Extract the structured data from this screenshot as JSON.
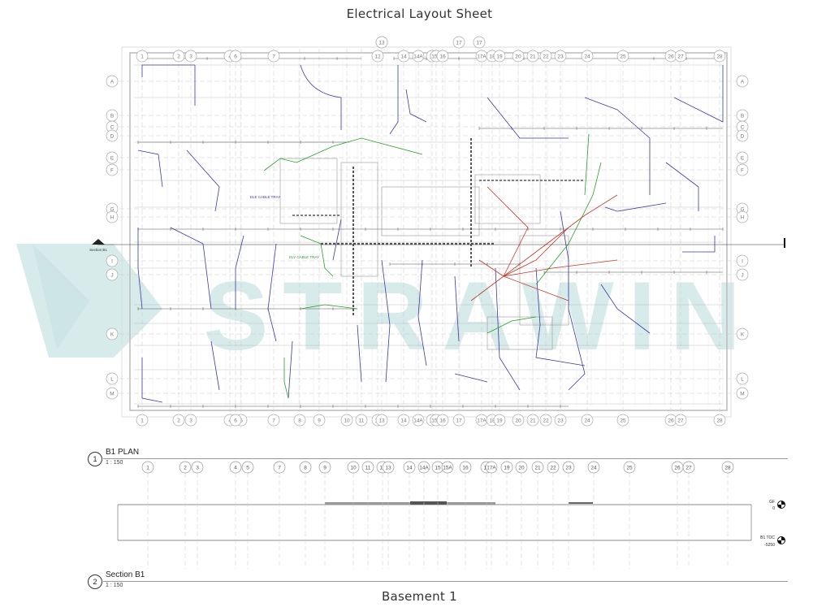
{
  "sheet": {
    "title": "Electrical Layout Sheet",
    "footer": "Basement 1"
  },
  "plan": {
    "view_number": "1",
    "view_name": "B1 PLAN",
    "scale": "1 : 150",
    "section_marker": "Section B1",
    "grid_columns_top": [
      "1",
      "2",
      "3",
      "4",
      "5",
      "6",
      "7",
      "8",
      "9",
      "10",
      "11",
      "12",
      "13",
      "14",
      "14A",
      "15",
      "15A",
      "16",
      "17",
      "17A",
      "18",
      "19",
      "20",
      "21",
      "22",
      "23",
      "24",
      "25",
      "26",
      "27",
      "28"
    ],
    "grid_rows_left": [
      "A",
      "B",
      "C",
      "D",
      "E",
      "F",
      "G",
      "H",
      "I",
      "J",
      "K",
      "L",
      "M"
    ],
    "cable_tray_labels": [
      "ELE CABLE TRAY",
      "ELV CABLE TRAY"
    ],
    "watermark": "STRAWIN"
  },
  "section": {
    "view_number": "2",
    "view_name": "Section B1",
    "scale": "1 : 150",
    "grid_columns": [
      "1",
      "2",
      "3",
      "4",
      "5",
      "7",
      "8",
      "9",
      "10",
      "11",
      "12",
      "13",
      "14",
      "14A",
      "15",
      "15A",
      "16",
      "17",
      "17A",
      "19",
      "20",
      "21",
      "22",
      "23",
      "24",
      "25",
      "26",
      "27",
      "28"
    ],
    "level_gf_name": "GF",
    "level_gf_value": "0",
    "level_b1_name": "B1 TOC",
    "level_b1_value": "-5250"
  },
  "colors": {
    "grid": "#c9c9c9",
    "wall": "#b0b0b0",
    "blue_conduit": "#3b3ba8",
    "green_conduit": "#2aa02a",
    "red_conduit": "#c0392b",
    "dimension": "#555555",
    "watermark": "#b8dcdc"
  }
}
